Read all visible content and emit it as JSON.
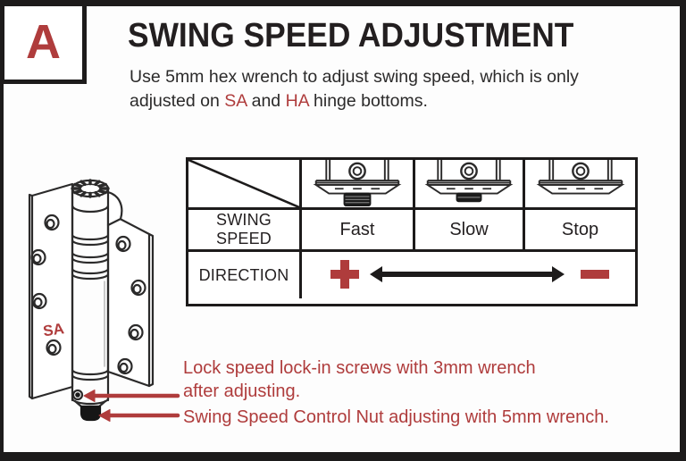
{
  "header": {
    "section_label": "A",
    "title": "SWING SPEED ADJUSTMENT",
    "subtitle_line1": "Use 5mm hex wrench to adjust swing speed, which is only",
    "subtitle_line2_pre": "adjusted on ",
    "subtitle_sa": "SA",
    "subtitle_mid": " and ",
    "subtitle_ha": "HA",
    "subtitle_line2_post": " hinge bottoms."
  },
  "table": {
    "swing_speed_label_line1": "SWING",
    "swing_speed_label_line2": "SPEED",
    "direction_label": "DIRECTION",
    "speed_columns": [
      "Fast",
      "Slow",
      "Stop"
    ],
    "direction_plus": "+",
    "direction_minus": "−",
    "nut_illustrations": [
      "control-nut-fully-extended",
      "control-nut-partially-extended",
      "control-nut-flush"
    ]
  },
  "hinge": {
    "model_label": "SA"
  },
  "annotations": {
    "lock_screws_line1": "Lock speed lock-in screws with 3mm wrench",
    "lock_screws_line2": "after adjusting.",
    "control_nut": "Swing Speed Control Nut adjusting with 5mm wrench."
  },
  "colors": {
    "accent_red": "#AF3C3C",
    "ink": "#231F20"
  }
}
